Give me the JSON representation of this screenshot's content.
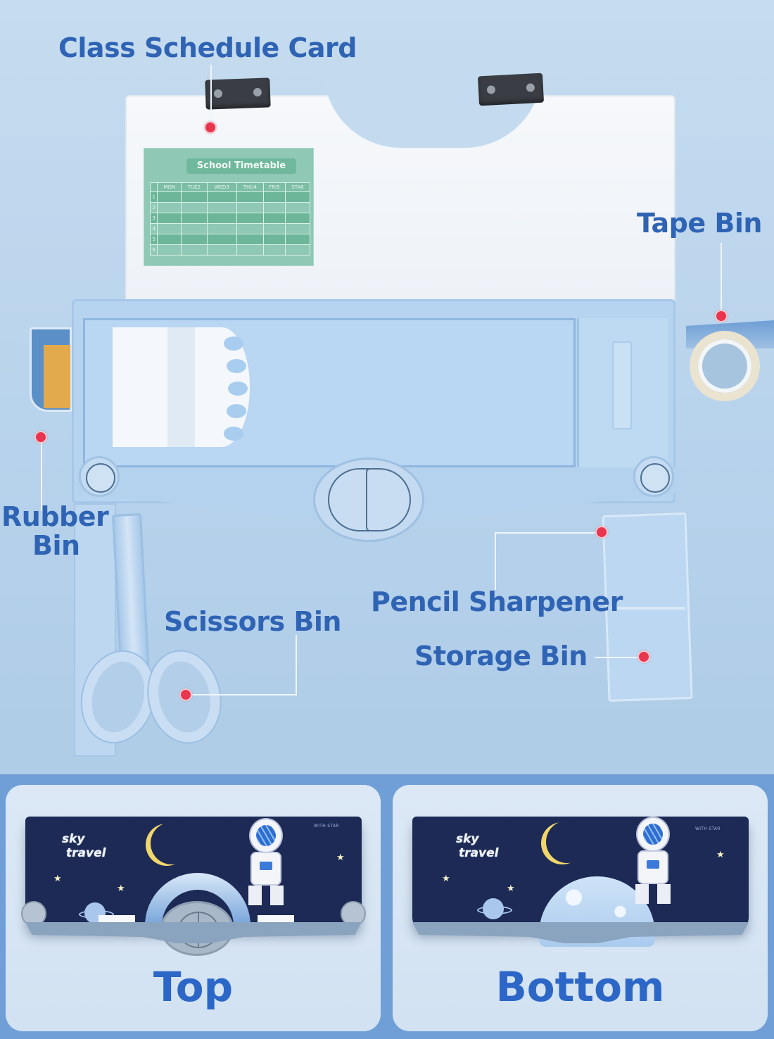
{
  "labels": {
    "class_schedule_card": "Class Schedule Card",
    "tape_bin": "Tape Bin",
    "rubber_bin_line1": "Rubber",
    "rubber_bin_line2": "Bin",
    "scissors_bin": "Scissors Bin",
    "pencil_sharpener": "Pencil Sharpener",
    "storage_bin": "Storage Bin"
  },
  "timetable": {
    "title": "School Timetable",
    "days": [
      "MON",
      "TUE2",
      "WED3",
      "THU4",
      "FRI5",
      "STA6"
    ],
    "rows": [
      "1",
      "2",
      "3",
      "4",
      "5",
      "6"
    ]
  },
  "views": [
    {
      "label": "Top",
      "cover_text_line1": "sky",
      "cover_text_line2": "travel",
      "cover_small_text": "WITH STAR"
    },
    {
      "label": "Bottom",
      "cover_text_line1": "sky",
      "cover_text_line2": "travel",
      "cover_small_text": "WITH STAR"
    }
  ],
  "colors": {
    "label_text": "#2f63b4",
    "marker_dot": "#e8364f",
    "background": "#b8d3ec",
    "case_navy": "#1c2a55",
    "bottom_band": "#6f9fd6",
    "timetable_green": "#8fc8b4"
  }
}
